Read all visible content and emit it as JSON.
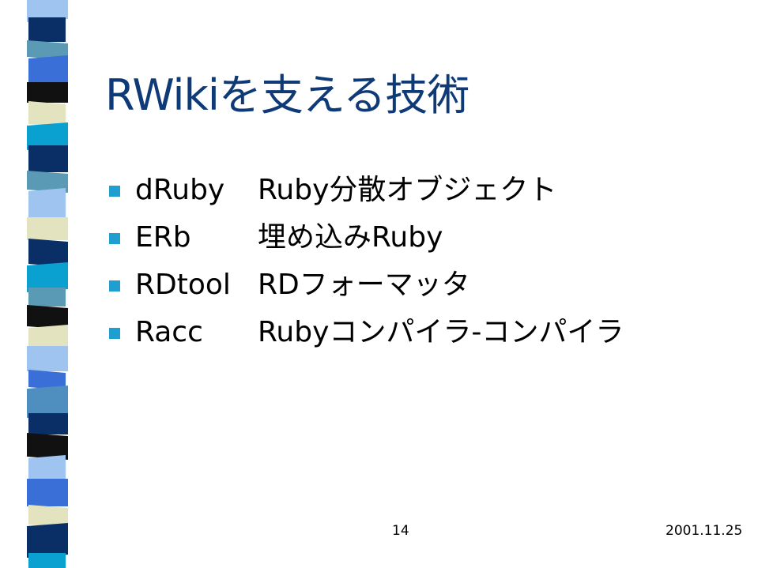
{
  "slide": {
    "title": "RWikiを支える技術",
    "items": [
      {
        "term": "dRuby",
        "desc": "Ruby分散オブジェクト"
      },
      {
        "term": "ERb",
        "desc": "埋め込みRuby"
      },
      {
        "term": "RDtool",
        "desc": "RDフォーマッタ"
      },
      {
        "term": "Racc",
        "desc": "Rubyコンパイラ-コンパイラ"
      }
    ]
  },
  "footer": {
    "page_number": "14",
    "date": "2001.11.25"
  },
  "colors": {
    "title": "#0f3a78",
    "bullet": "#1e9fd0",
    "stripe_palette": [
      "#0a2f66",
      "#3a6fd8",
      "#e3e3c0",
      "#111111",
      "#5b9ab4",
      "#0aa0d0",
      "#9fc4f0",
      "#4f8fc0"
    ]
  }
}
